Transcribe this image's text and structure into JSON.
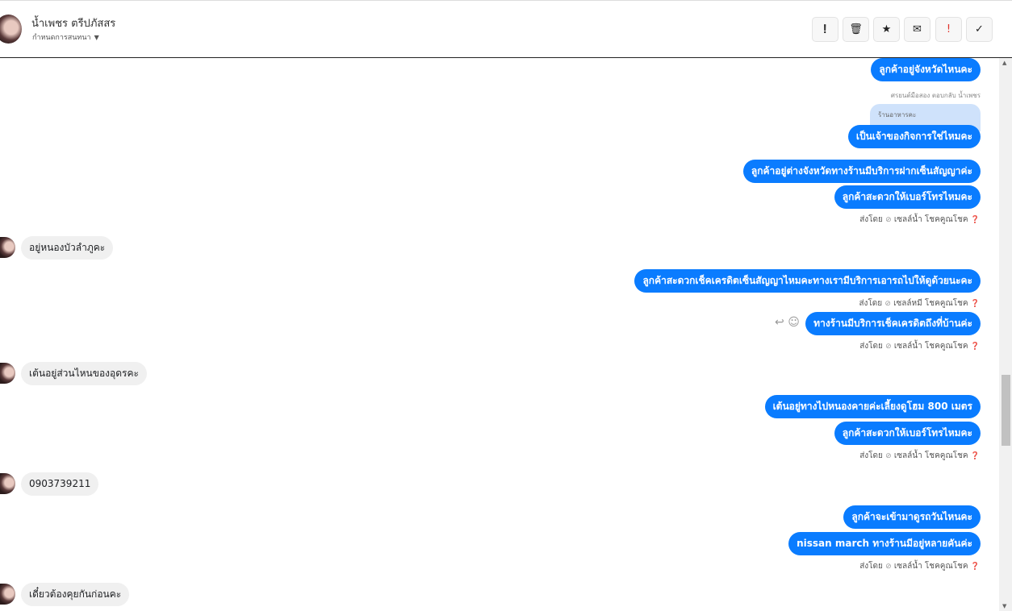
{
  "header": {
    "name": "น้ำเพชร ตรีปภัสสร",
    "subtitle": "กำหนดการสนทนา",
    "caret": "▼",
    "toolbar": [
      {
        "name": "report-button",
        "icon": "exclamation-circle-icon",
        "glyph": "❗"
      },
      {
        "name": "delete-button",
        "icon": "trash-icon",
        "glyph": "🗑"
      },
      {
        "name": "star-button",
        "icon": "star-icon",
        "glyph": "★"
      },
      {
        "name": "mail-button",
        "icon": "envelope-icon",
        "glyph": "✉"
      },
      {
        "name": "important-button",
        "icon": "exclamation-icon",
        "glyph": "!"
      },
      {
        "name": "done-button",
        "icon": "check-icon",
        "glyph": "✓"
      }
    ]
  },
  "messages": [
    {
      "type": "out",
      "text": "ลูกค้าอยู่จังหวัดไหนคะ"
    },
    {
      "type": "note",
      "text": "ศรยนต์มือสอง ตอบกลับ น้ำเพชร"
    },
    {
      "type": "quote",
      "text": "ร้านอาหารคะ"
    },
    {
      "type": "out",
      "text": "เป็นเจ้าของกิจการใช่ไหมคะ"
    },
    {
      "type": "out",
      "text": "ลูกค้าอยู่ต่างจังหวัดทางร้านมีบริการฝากเซ็นสัญญาค่ะ"
    },
    {
      "type": "out",
      "text": "ลูกค้าสะดวกให้เบอร์โทรไหมคะ"
    },
    {
      "type": "meta",
      "prefix": "ส่งโดย",
      "agent": "เซลล์น้ำ โชคคูณโชค"
    },
    {
      "type": "in",
      "text": "อยู่หนองบัวลำภูคะ"
    },
    {
      "type": "out",
      "text": "ลูกค้าสะดวกเช็คเครดิตเซ็นสัญญาไหมคะทางเรามีบริการเอารถไปให้ดูด้วยนะคะ"
    },
    {
      "type": "meta",
      "prefix": "ส่งโดย",
      "agent": "เซลล์หมี โชคคูณโชค"
    },
    {
      "type": "out",
      "text": "ทางร้านมีบริการเช็คเครดิตถึงที่บ้านค่ะ",
      "actions": true
    },
    {
      "type": "meta",
      "prefix": "ส่งโดย",
      "agent": "เซลล์น้ำ โชคคูณโชค"
    },
    {
      "type": "in",
      "text": "เต้นอยู่ส่วนไหนของอุดรคะ"
    },
    {
      "type": "out",
      "text": "เต้นอยู่ทางไปหนองคายค่ะเลี้ยงดูโฮม 800 เมตร"
    },
    {
      "type": "out",
      "text": "ลูกค้าสะดวกให้เบอร์โทรไหมคะ"
    },
    {
      "type": "meta",
      "prefix": "ส่งโดย",
      "agent": "เซลล์น้ำ โชคคูณโชค"
    },
    {
      "type": "in",
      "text": "0903739211"
    },
    {
      "type": "out",
      "text": "ลูกค้าจะเข้ามาดูรถวันไหนคะ"
    },
    {
      "type": "out",
      "text": "nissan march ทางร้านมีอยู่หลายคันค่ะ"
    },
    {
      "type": "meta",
      "prefix": "ส่งโดย",
      "agent": "เซลล์น้ำ โชคคูณโชค"
    },
    {
      "type": "in",
      "text": "เดี๋ยวต้องคุยกันก่อนคะ"
    }
  ]
}
